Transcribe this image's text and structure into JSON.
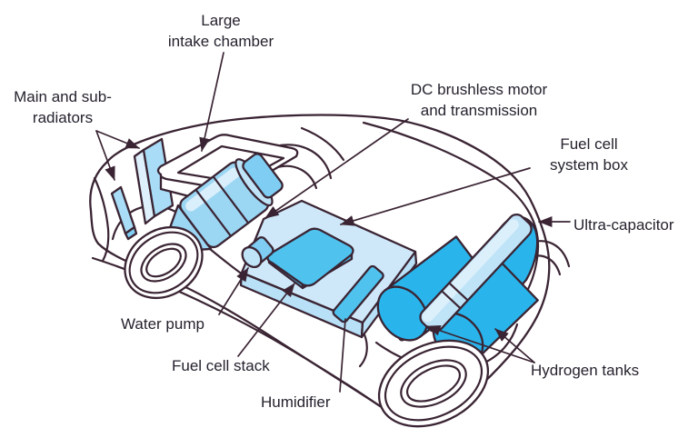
{
  "figure": {
    "subject": "Fuel cell vehicle chassis cutaway diagram",
    "background": "#ffffff",
    "outline_color": "#3a2433",
    "text_color": "#26222e",
    "palette": {
      "body_white": "#ffffff",
      "box_light_blue": "#cfe8f9",
      "box_edge_blue": "#b8e0f6",
      "panel_blue": "#a9dcf6",
      "highlight_blue": "#ddf0fc",
      "mid_blue": "#7fcdf2",
      "motor_blue": "#9bd6f3",
      "component_blue": "#4fc2ee",
      "tank_cyan": "#29b5ec"
    },
    "labels": {
      "intake": "Large\nintake chamber",
      "radiators": "Main and sub-\nradiators",
      "motor": "DC brushless motor\nand transmission",
      "system_box": "Fuel cell\nsystem box",
      "ultracapacitor": "Ultra-capacitor",
      "water_pump": "Water pump",
      "fuel_cell_stack": "Fuel cell stack",
      "humidifier": "Humidifier",
      "hydrogen_tanks": "Hydrogen tanks"
    }
  }
}
